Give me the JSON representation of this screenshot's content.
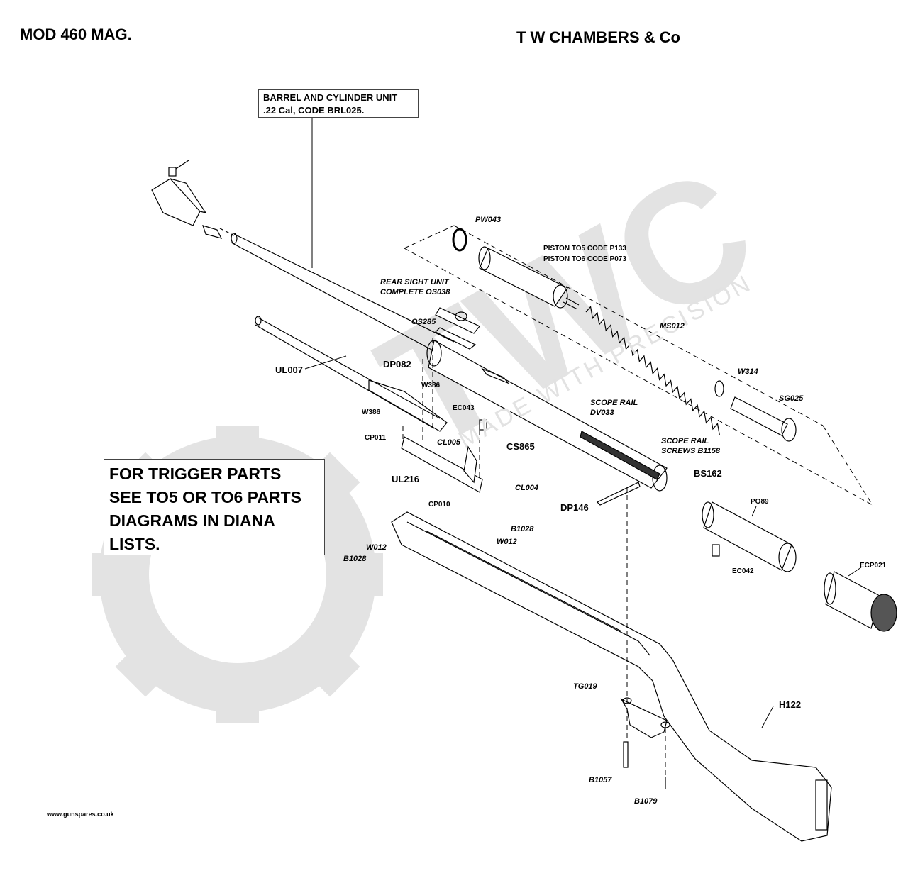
{
  "header": {
    "model": "MOD 460 MAG.",
    "company": "T W CHAMBERS & Co"
  },
  "barrel_box": {
    "line1": "BARREL AND CYLINDER UNIT",
    "line2": ".22 Cal, CODE BRL025."
  },
  "trigger_note": {
    "line1": "FOR TRIGGER PARTS",
    "line2": "SEE TO5 OR TO6 PARTS",
    "line3": "DIAGRAMS IN DIANA",
    "line4": "LISTS."
  },
  "watermark": {
    "logo": "TWC",
    "tagline": "MADE WITH PRECISION"
  },
  "labels": {
    "pw043": "PW043",
    "piston_to5": "PISTON TO5 CODE P133",
    "piston_to6": "PISTON TO6 CODE P073",
    "rear_sight_1": "REAR SIGHT UNIT",
    "rear_sight_2": "COMPLETE OS038",
    "os285": "OS285",
    "ms012": "MS012",
    "ul007": "UL007",
    "dp082": "DP082",
    "w386_a": "W386",
    "w386_b": "W386",
    "w314": "W314",
    "sg025": "SG025",
    "ec043": "EC043",
    "scope_rail_1": "SCOPE RAIL",
    "scope_rail_2": "DV033",
    "cp011": "CP011",
    "cl005": "CL005",
    "cs865": "CS865",
    "scope_screws_1": "SCOPE RAIL",
    "scope_screws_2": "SCREWS B1158",
    "ul216": "UL216",
    "cl004": "CL004",
    "bs162": "BS162",
    "cp010": "CP010",
    "dp146": "DP146",
    "po89": "PO89",
    "b1028_a": "B1028",
    "w012_a": "W012",
    "w012_b": "W012",
    "b1028_b": "B1028",
    "ec042": "EC042",
    "ecp021": "ECP021",
    "tg019": "TG019",
    "h122": "H122",
    "b1057": "B1057",
    "b1079": "B1079"
  },
  "footer": {
    "url": "www.gunspares.co.uk"
  },
  "colors": {
    "ink": "#000000",
    "watermark": "#e2e2e2",
    "background": "#ffffff"
  }
}
